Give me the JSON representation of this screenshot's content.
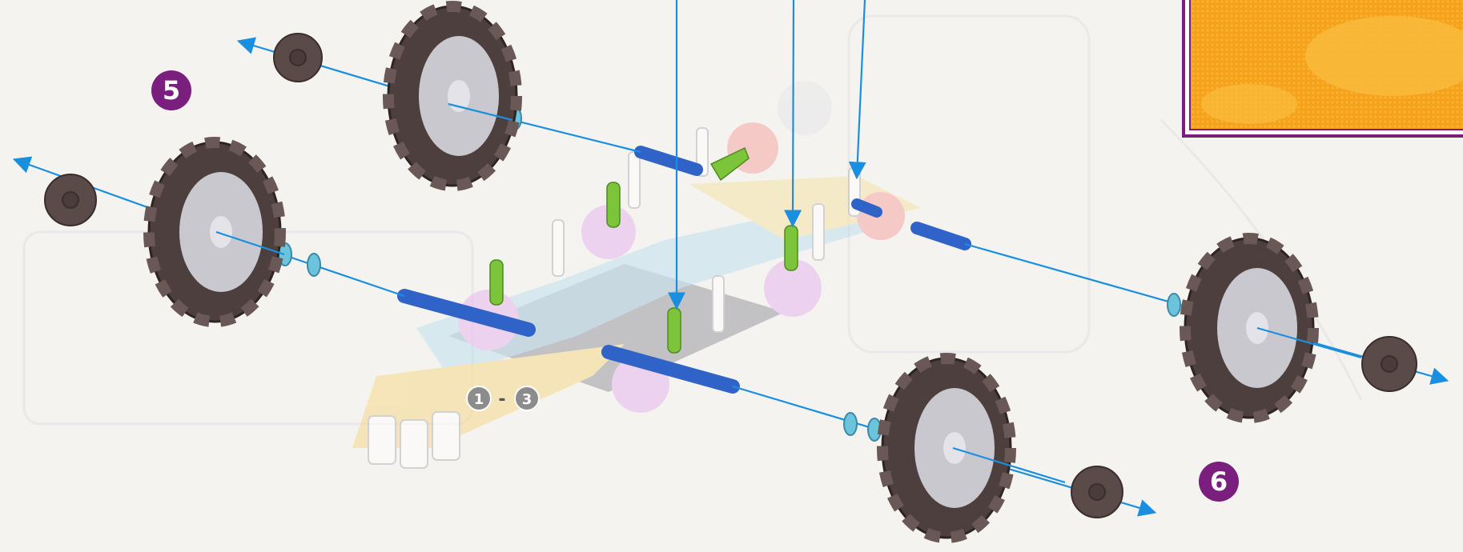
{
  "steps": {
    "step_5": "5",
    "step_6": "6",
    "prev_start": "1",
    "prev_dash": "-",
    "prev_end": "3"
  },
  "colors": {
    "arrow": "#1a8fe0",
    "rod": "#2f63c8",
    "wheel": "#4d3f3d",
    "hub": "#c9c8ce",
    "spacer": "#6cc4dc",
    "connector_green": "#7cc43a",
    "badge": "#7a1f7e",
    "panel_fill": "#f5a623",
    "panel_border": "#7a1f7e",
    "gray_badge": "#8c8c8c"
  }
}
